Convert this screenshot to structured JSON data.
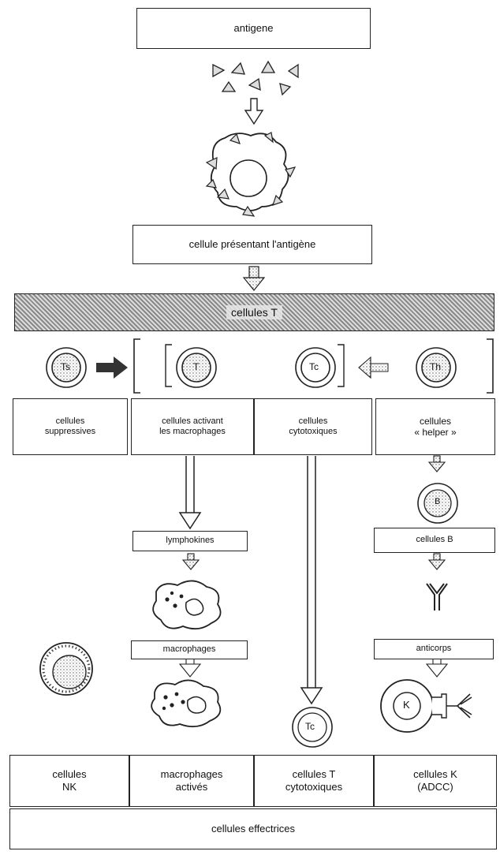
{
  "boxes": {
    "antigen": "antigene",
    "apc": "cellule présentant l'antigène",
    "t_cells": "cellules T",
    "suppressive_l1": "cellules",
    "suppressive_l2": "suppressives",
    "activating_l1": "cellules activant",
    "activating_l2": "les macrophages",
    "cytotoxic_l1": "cellules",
    "cytotoxic_l2": "cytotoxiques",
    "helper_l1": "cellules",
    "helper_l2": "« helper »",
    "lymphokines": "lymphokines",
    "b_cells": "cellules B",
    "macrophages": "macrophages",
    "antibodies": "anticorps",
    "nk_l1": "cellules",
    "nk_l2": "NK",
    "macro_act_l1": "macrophages",
    "macro_act_l2": "activés",
    "tcyto_l1": "cellules T",
    "tcyto_l2": "cytotoxiques",
    "k_l1": "cellules K",
    "k_l2": "(ADCC)",
    "effector": "cellules effectrices"
  },
  "cell_labels": {
    "ts": "Ts",
    "t": "T",
    "tc": "Tc",
    "th": "Th",
    "b": "B",
    "tc_bottom": "Tc",
    "k": "K"
  }
}
